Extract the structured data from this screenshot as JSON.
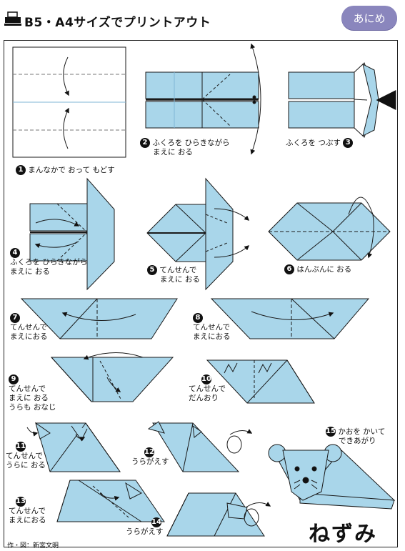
{
  "header": {
    "print_label": "B5・A4サイズでプリントアウト",
    "anime_button": "あにめ"
  },
  "colors": {
    "paper": "#a9d6ea",
    "paper_back": "#ffffff",
    "line": "#1a1a1a",
    "accent": "#8a86bd"
  },
  "steps": [
    {
      "n": "1",
      "text": [
        "まんなかで おって もどす"
      ]
    },
    {
      "n": "2",
      "text": [
        "ふくろを ひらきながら",
        "まえに おる"
      ]
    },
    {
      "n": "3",
      "text": [
        "ふくろを つぶす"
      ]
    },
    {
      "n": "4",
      "text": [
        "ふくろを ひらきながら",
        "まえに おる"
      ]
    },
    {
      "n": "5",
      "text": [
        "てんせんで",
        "まえに おる"
      ]
    },
    {
      "n": "6",
      "text": [
        "はんぶんに おる"
      ]
    },
    {
      "n": "7",
      "text": [
        "てんせんで",
        "まえにおる"
      ]
    },
    {
      "n": "8",
      "text": [
        "てんせんで",
        "まえにおる"
      ]
    },
    {
      "n": "9",
      "text": [
        "てんせんで",
        "まえに おる",
        "うらも おなじ"
      ]
    },
    {
      "n": "10",
      "text": [
        "てんせんで",
        "だんおり"
      ]
    },
    {
      "n": "11",
      "text": [
        "てんせんで",
        "うらに おる"
      ]
    },
    {
      "n": "12",
      "text": [
        "うらがえす"
      ]
    },
    {
      "n": "13",
      "text": [
        "てんせんで",
        "まえにおる"
      ]
    },
    {
      "n": "14",
      "text": [
        "うらがえす"
      ]
    },
    {
      "n": "15",
      "text": [
        "かおを かいて",
        "できあがり"
      ]
    }
  ],
  "title": "ねずみ",
  "credit": "作・図：新宮文明"
}
